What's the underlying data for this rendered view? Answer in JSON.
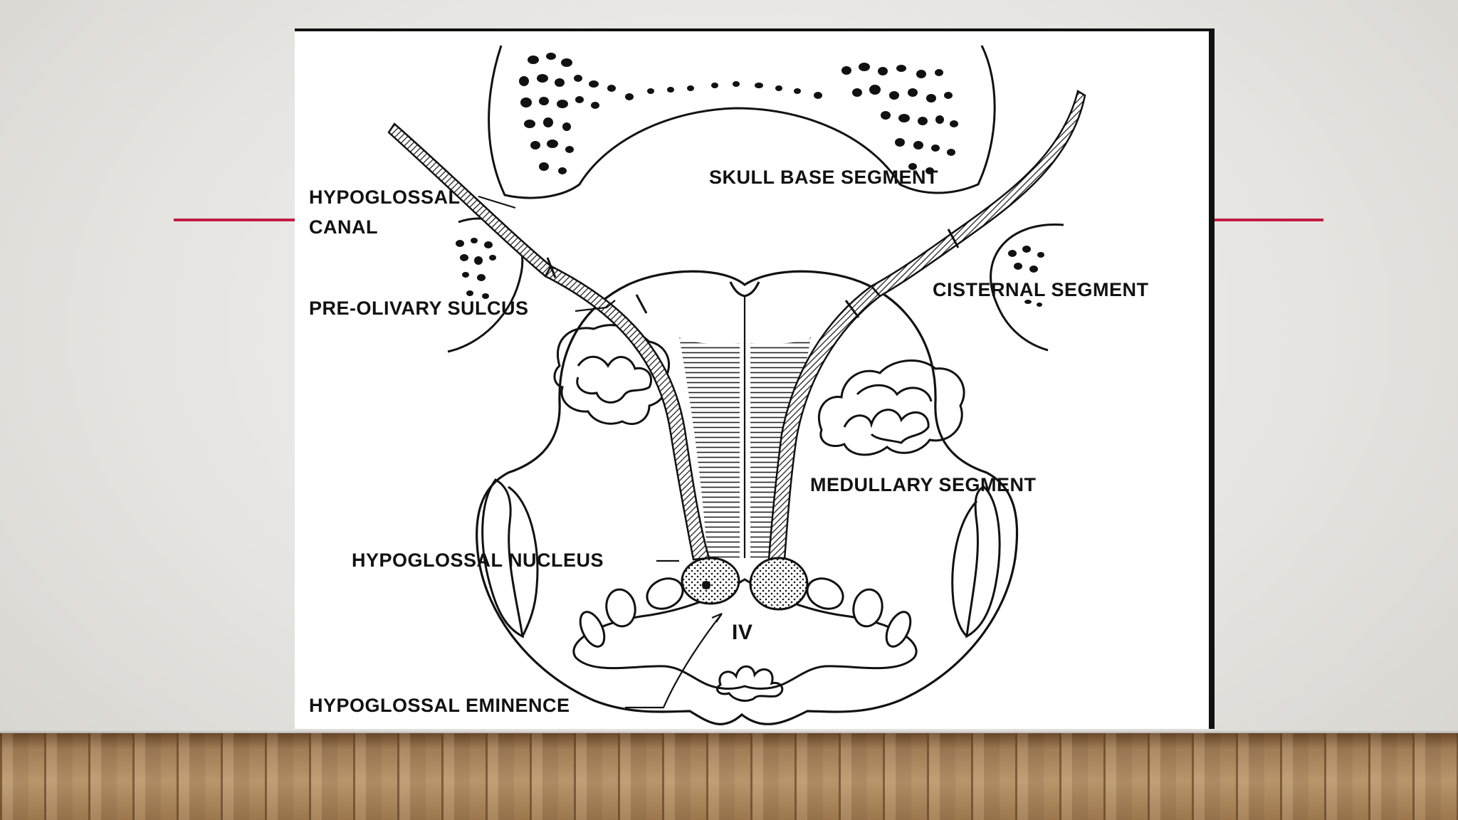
{
  "diagram": {
    "labels": {
      "hypoglossal_canal_line1": "HYPOGLOSSAL",
      "hypoglossal_canal_line2": "CANAL",
      "skull_base_segment": "SKULL   BASE   SEGMENT",
      "pre_olivary_sulcus": "PRE-OLIVARY  SULCUS",
      "cisternal_segment": "CISTERNAL   SEGMENT",
      "medullary_segment": "MEDULLARY   SEGMENT",
      "hypoglossal_nucleus": "HYPOGLOSSAL   NUCLEUS",
      "fourth_ventricle": "IV",
      "hypoglossal_eminence": "HYPOGLOSSAL   EMINENCE"
    }
  },
  "colors": {
    "accent_line": "#c21c42",
    "ink": "#111111",
    "paper": "#ffffff"
  }
}
